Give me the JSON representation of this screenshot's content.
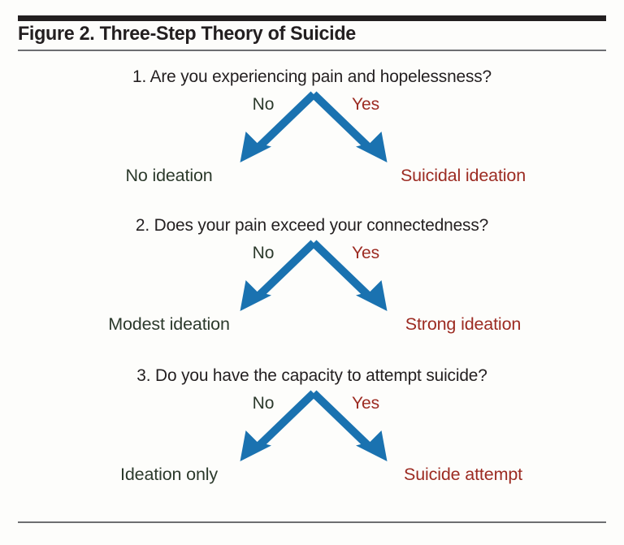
{
  "figure": {
    "title": "Figure 2. Three-Step Theory of Suicide",
    "accent_arrow_color": "#1a72b0",
    "no_branch_color": "#2c3a2c",
    "yes_branch_color": "#9c2b22",
    "text_color": "#231f20",
    "background_color": "#fdfdfb",
    "rule_color_top": "#231f20",
    "rule_color_thin": "#6d6e71"
  },
  "steps": [
    {
      "question": "1. Are you experiencing pain and hopelessness?",
      "no_label": "No",
      "yes_label": "Yes",
      "no_outcome": "No ideation",
      "yes_outcome": "Suicidal ideation"
    },
    {
      "question": "2. Does your pain exceed your connectedness?",
      "no_label": "No",
      "yes_label": "Yes",
      "no_outcome": "Modest ideation",
      "yes_outcome": "Strong ideation"
    },
    {
      "question": "3. Do you have the capacity to attempt suicide?",
      "no_label": "No",
      "yes_label": "Yes",
      "no_outcome": "Ideation only",
      "yes_outcome": "Suicide attempt"
    }
  ]
}
